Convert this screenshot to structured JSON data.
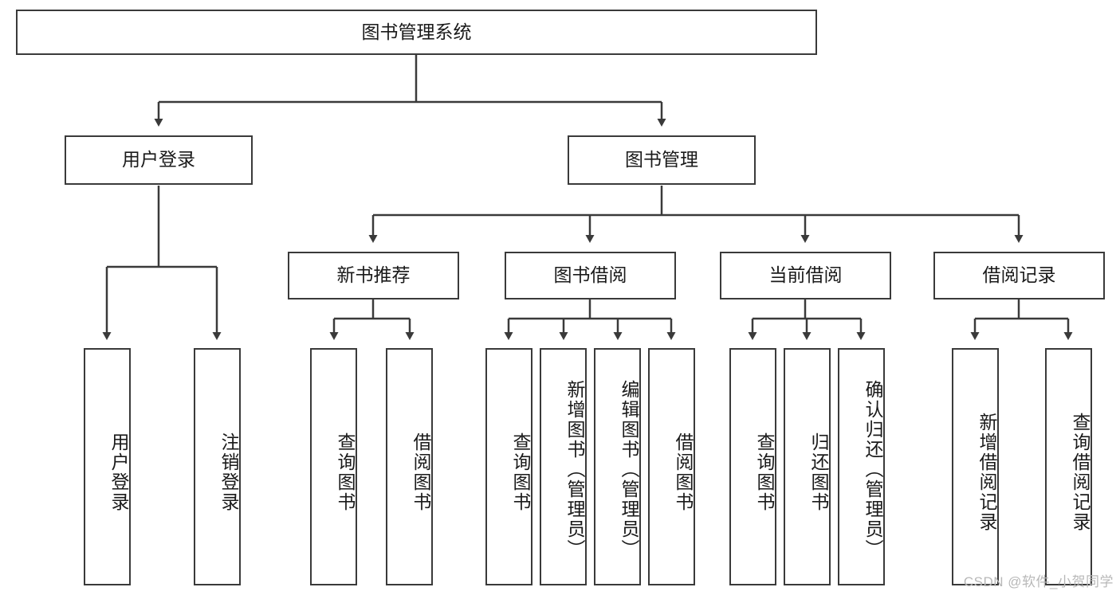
{
  "diagram": {
    "title": "图书管理系统",
    "type": "tree-hierarchy",
    "root": {
      "id": "root",
      "label": "图书管理系统"
    },
    "level2": [
      {
        "id": "user-login",
        "label": "用户登录"
      },
      {
        "id": "book-manage",
        "label": "图书管理"
      }
    ],
    "level3": [
      {
        "id": "new-book-recommend",
        "label": "新书推荐",
        "parent": "book-manage"
      },
      {
        "id": "book-borrow",
        "label": "图书借阅",
        "parent": "book-manage"
      },
      {
        "id": "current-borrow",
        "label": "当前借阅",
        "parent": "book-manage"
      },
      {
        "id": "borrow-record",
        "label": "借阅记录",
        "parent": "book-manage"
      }
    ],
    "leaves": [
      {
        "id": "leaf-user-login",
        "label": "用户登录",
        "parent": "user-login"
      },
      {
        "id": "leaf-logout",
        "label": "注销登录",
        "parent": "user-login"
      },
      {
        "id": "leaf-query-book-1",
        "label": "查询图书",
        "parent": "new-book-recommend"
      },
      {
        "id": "leaf-borrow-book-1",
        "label": "借阅图书",
        "parent": "new-book-recommend"
      },
      {
        "id": "leaf-query-book-2",
        "label": "查询图书",
        "parent": "book-borrow"
      },
      {
        "id": "leaf-add-book",
        "label": "新增图书（管理员）",
        "parent": "book-borrow"
      },
      {
        "id": "leaf-edit-book",
        "label": "编辑图书（管理员）",
        "parent": "book-borrow"
      },
      {
        "id": "leaf-borrow-book-2",
        "label": "借阅图书",
        "parent": "book-borrow"
      },
      {
        "id": "leaf-query-book-3",
        "label": "查询图书",
        "parent": "current-borrow"
      },
      {
        "id": "leaf-return-book",
        "label": "归还图书",
        "parent": "current-borrow"
      },
      {
        "id": "leaf-confirm-return",
        "label": "确认归还（管理员）",
        "parent": "current-borrow"
      },
      {
        "id": "leaf-add-record",
        "label": "新增借阅记录",
        "parent": "borrow-record"
      },
      {
        "id": "leaf-query-record",
        "label": "查询借阅记录",
        "parent": "borrow-record"
      }
    ],
    "colors": {
      "stroke": "#3a3a3a",
      "fill": "#ffffff",
      "text": "#1a1a1a",
      "watermark": "#b8b8b8"
    }
  },
  "watermark": {
    "text": "CSDN @软件_小贺同学"
  }
}
